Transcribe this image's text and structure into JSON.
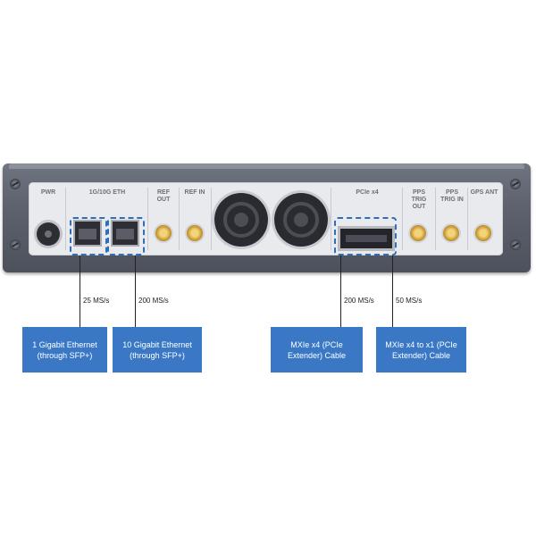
{
  "device": {
    "port_labels": {
      "pwr": "PWR",
      "eth": "1G/10G ETH",
      "ref_out": "REF OUT",
      "ref_in": "REF IN",
      "pcie": "PCIe x4",
      "pps_trig_out": "PPS TRIG OUT",
      "pps_trig_in": "PPS TRIG IN",
      "gps_ant": "GPS ANT"
    }
  },
  "callouts": [
    {
      "rate": "25 MS/s",
      "label": "1 Gigabit Ethernet (through SFP+)"
    },
    {
      "rate": "200 MS/s",
      "label": "10 Gigabit Ethernet (through SFP+)"
    },
    {
      "rate": "200 MS/s",
      "label": "MXIe x4 (PCIe Extender) Cable"
    },
    {
      "rate": "50 MS/s",
      "label": "MXIe x4 to x1 (PCIe Extender) Cable"
    }
  ],
  "colors": {
    "callout_box": "#3a78c6",
    "highlight_dash": "#2f6fb8",
    "chassis": "#5d626e"
  }
}
